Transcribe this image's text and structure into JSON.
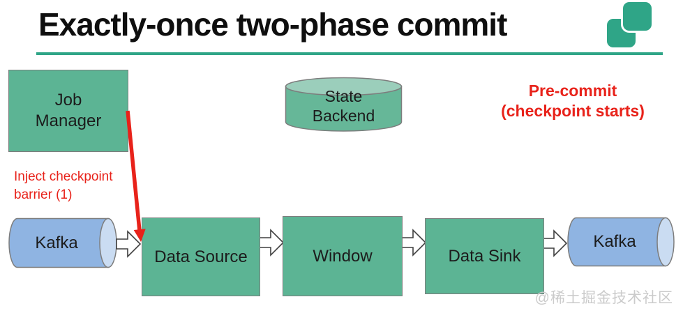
{
  "header": {
    "title": "Exactly-once two-phase commit"
  },
  "nodes": {
    "job_manager": {
      "label": "Job\nManager"
    },
    "state_backend": {
      "label": "State\nBackend"
    },
    "kafka_in": {
      "label": "Kafka"
    },
    "data_source": {
      "label": "Data Source"
    },
    "window": {
      "label": "Window"
    },
    "data_sink": {
      "label": "Data Sink"
    },
    "kafka_out": {
      "label": "Kafka"
    }
  },
  "annotations": {
    "inject_barrier": {
      "text": "Inject checkpoint\nbarrier (1)",
      "color": "#e8221a"
    },
    "pre_commit": {
      "text": "Pre-commit\n(checkpoint starts)",
      "color": "#e8221a"
    }
  },
  "colors": {
    "accent_teal": "#2fa587",
    "node_green": "#5cb494",
    "cylinder_green_body": "#66b798",
    "cylinder_green_top": "#9bcebb",
    "cylinder_blue_body": "#8fb4e2",
    "cylinder_blue_cap": "#cadcf2",
    "shape_border": "#7d7d7d",
    "red": "#e8221a",
    "watermark_gray": "#cbcbcb"
  },
  "watermark": {
    "text": "@稀土掘金技术社区"
  }
}
